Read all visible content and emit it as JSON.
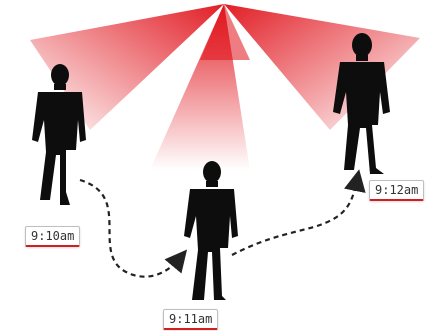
{
  "colors": {
    "beam": "#e0121a",
    "silhouette": "#0d0d0d",
    "path": "#222222",
    "label_accent": "#d11f1f"
  },
  "labels": {
    "t1": "9:10am",
    "t2": "9:11am",
    "t3": "9:12am"
  },
  "icons": [
    "person-silhouette",
    "dashed-arrow",
    "sensor-beam"
  ]
}
